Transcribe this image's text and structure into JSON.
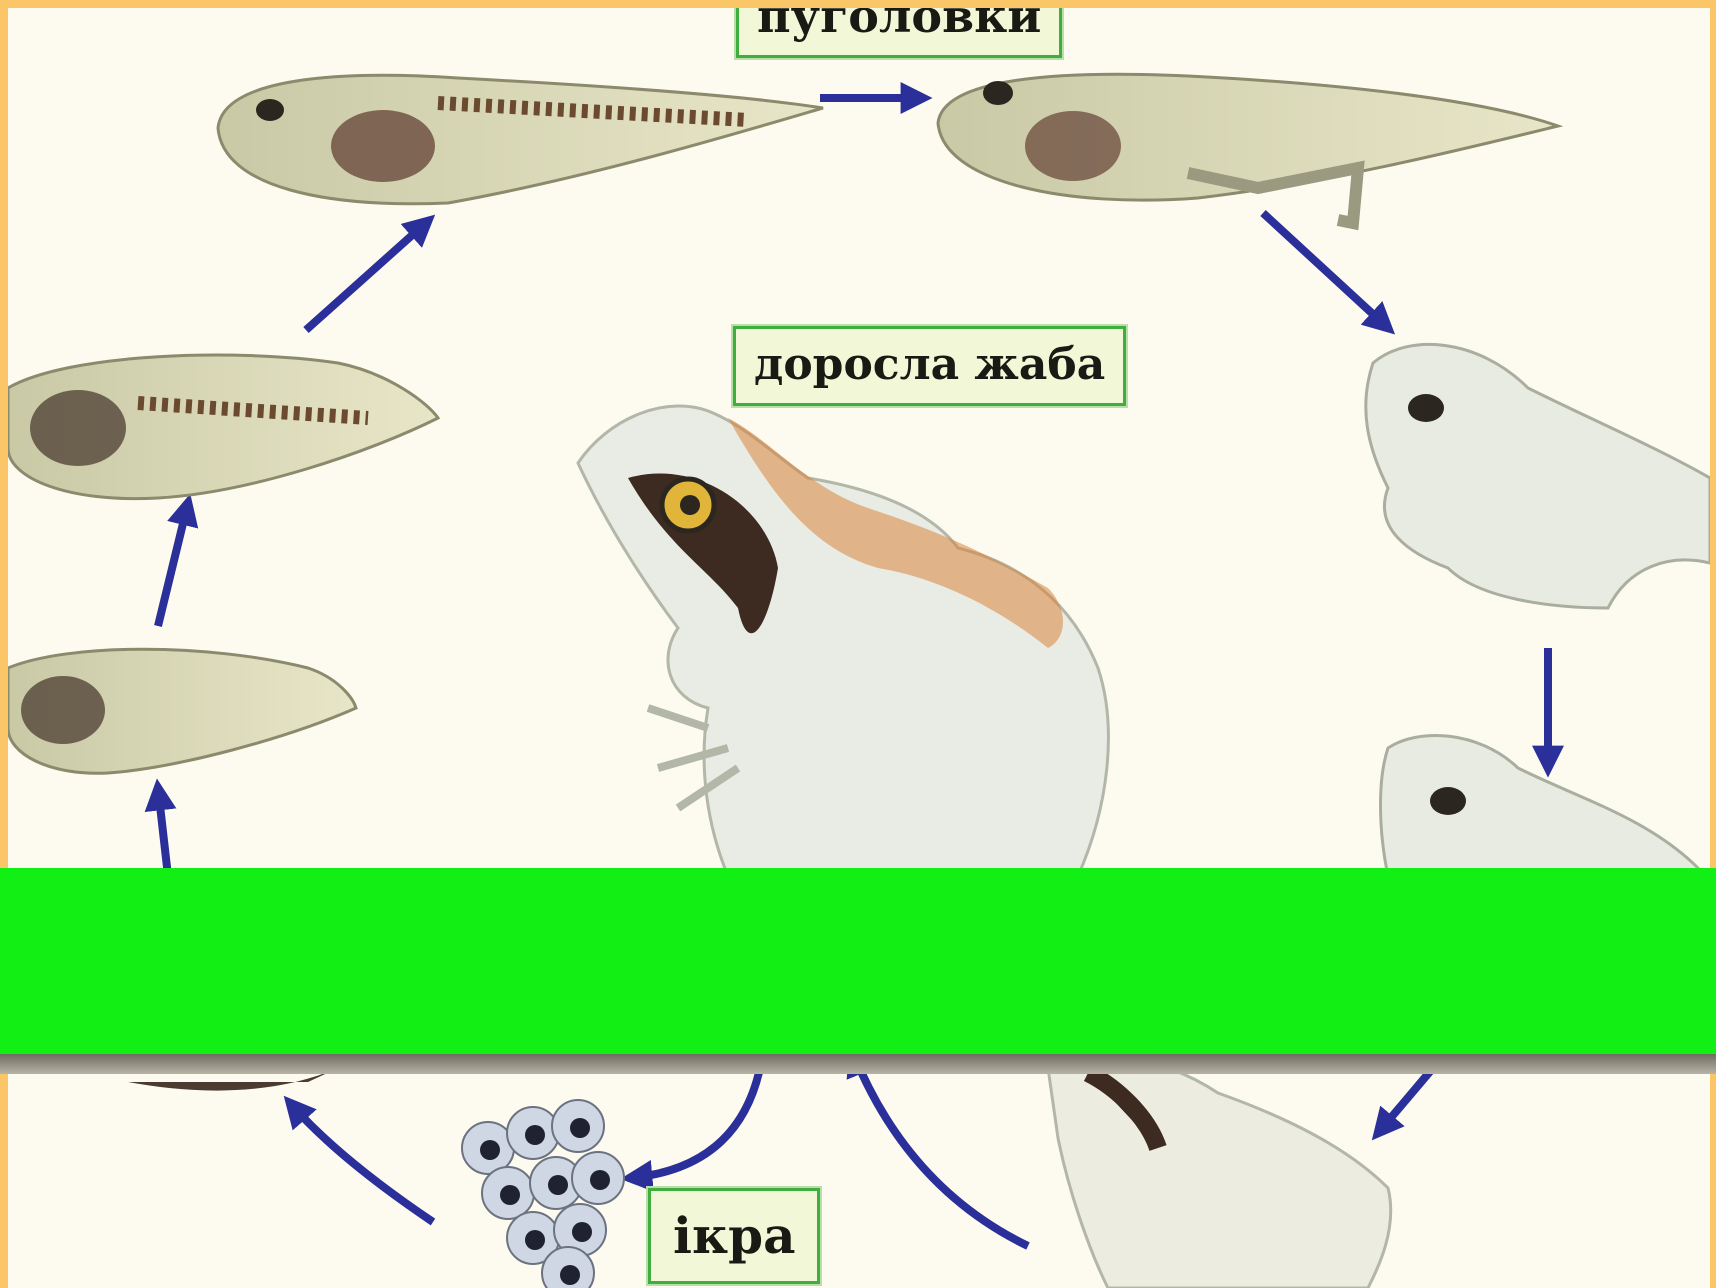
{
  "labels": {
    "tadpoles": "пуголовки",
    "adult_frog": "доросла жаба",
    "eggs": "ікра"
  },
  "colors": {
    "frame": "#fac668",
    "background": "#fdfbef",
    "label_border": "#3fae3f",
    "label_fill": "#f2f7d8",
    "arrow": "#2b2f9a",
    "overlay_bar": "#11ef14"
  }
}
